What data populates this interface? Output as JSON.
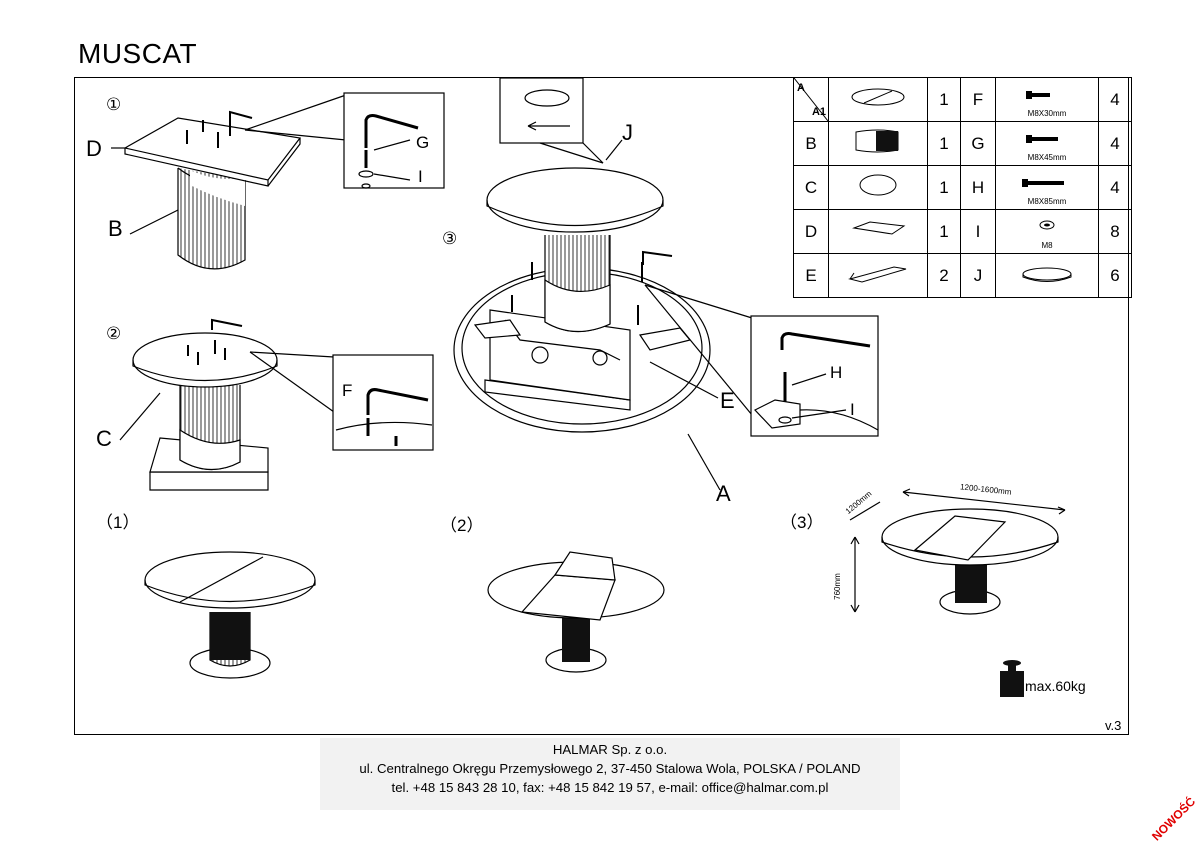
{
  "title": "MUSCAT",
  "version": "v.3",
  "step_markers": [
    "①",
    "②",
    "③"
  ],
  "use_markers": [
    "（1）",
    "（2）",
    "（3）"
  ],
  "part_letters": {
    "D": "D",
    "B": "B",
    "C": "C",
    "G": "G",
    "I": "I",
    "I2": "I",
    "J": "J",
    "F": "F",
    "H": "H",
    "E": "E",
    "A": "A"
  },
  "dimensions": {
    "width": "1200mm",
    "length": "1200-1600mm",
    "height": "760mm"
  },
  "max_load": "max.60kg",
  "parts_table": [
    {
      "id_main": "A",
      "id_sub": "A1",
      "qty": "1",
      "id2": "F",
      "caption2": "M8X30mm",
      "qty2": "4"
    },
    {
      "id": "B",
      "qty": "1",
      "id2": "G",
      "caption2": "M8X45mm",
      "qty2": "4"
    },
    {
      "id": "C",
      "qty": "1",
      "id2": "H",
      "caption2": "M8X85mm",
      "qty2": "4"
    },
    {
      "id": "D",
      "qty": "1",
      "id2": "I",
      "caption2": "M8",
      "qty2": "8"
    },
    {
      "id": "E",
      "qty": "2",
      "id2": "J",
      "caption2": "",
      "qty2": "6"
    }
  ],
  "footer": {
    "company": "HALMAR Sp. z o.o.",
    "address": "ul. Centralnego Okręgu Przemysłowego 2, 37-450 Stalowa Wola, POLSKA / POLAND",
    "contact": "tel. +48 15 843 28 10, fax: +48 15 842 19 57, e-mail: office@halmar.com.pl"
  },
  "badge": "NOWOŚĆ",
  "colors": {
    "line": "#000000",
    "badge": "#e00000",
    "footer_bg": "#f2f2f2"
  }
}
